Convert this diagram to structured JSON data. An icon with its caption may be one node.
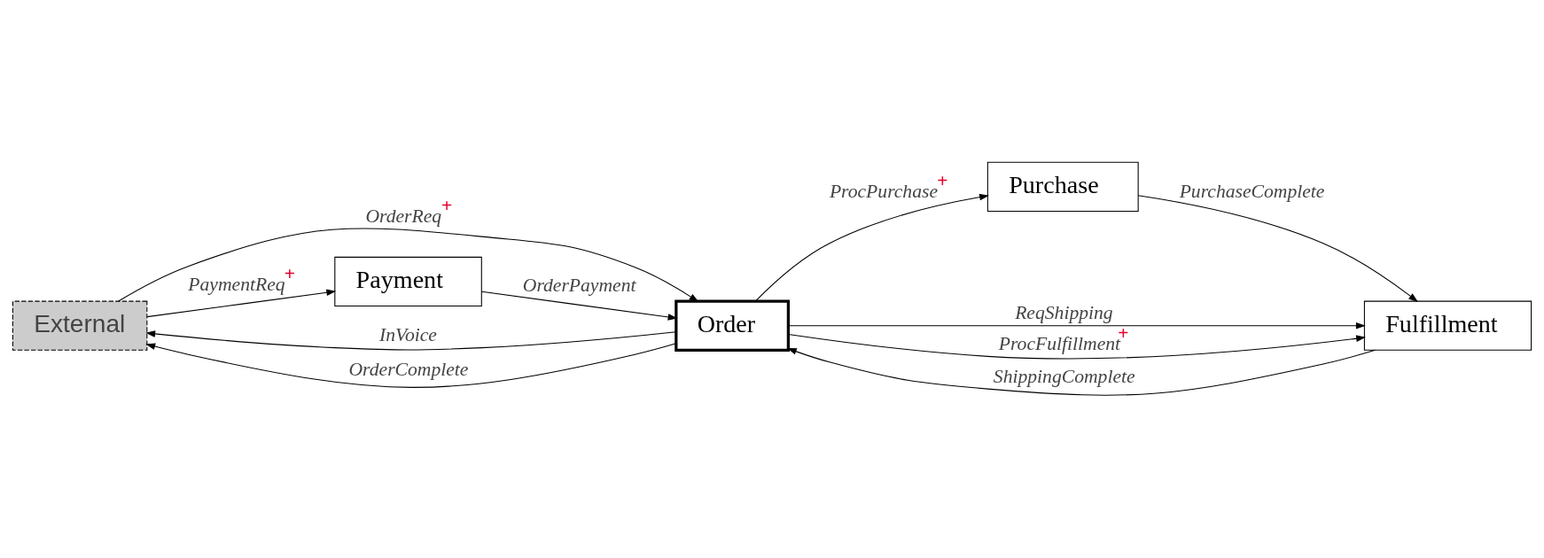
{
  "diagram": {
    "nodes": [
      {
        "text": [
          "External"
        ]
      },
      {
        "text": [
          "Order"
        ]
      },
      {
        "text": [
          "Payment"
        ]
      },
      {
        "text": [
          "Purchase"
        ]
      },
      {
        "text": [
          "Fulfillment"
        ]
      }
    ],
    "edges": [
      {
        "from": 0,
        "to": 1,
        "arrow": "to",
        "label": "OrderReq$^{+}$"
      },
      {
        "from": 1,
        "to": 0,
        "arrow": "to",
        "label": "InVoice"
      },
      {
        "from": 1,
        "to": 0,
        "arrow": "to",
        "label": "OrderComplete"
      },
      {
        "from": 0,
        "to": 2,
        "arrow": "to",
        "label": "PaymentReq$^{+}$"
      },
      {
        "from": 2,
        "to": 1,
        "arrow": "to",
        "label": "OrderPayment"
      },
      {
        "from": 1,
        "to": 4,
        "arrow": "to",
        "label": "ReqShipping"
      },
      {
        "from": 1,
        "to": 3,
        "arrow": "to",
        "label": "ProcPurchase$^{+}$"
      },
      {
        "from": 1,
        "to": 4,
        "arrow": "to",
        "label": "ProcFulfillment$^{+}$"
      },
      {
        "from": 3,
        "to": 4,
        "arrow": "to",
        "label": "PurchaseComplete"
      },
      {
        "from": 4,
        "to": 1,
        "arrow": "to",
        "label": "ShippingComplete"
      }
    ]
  }
}
